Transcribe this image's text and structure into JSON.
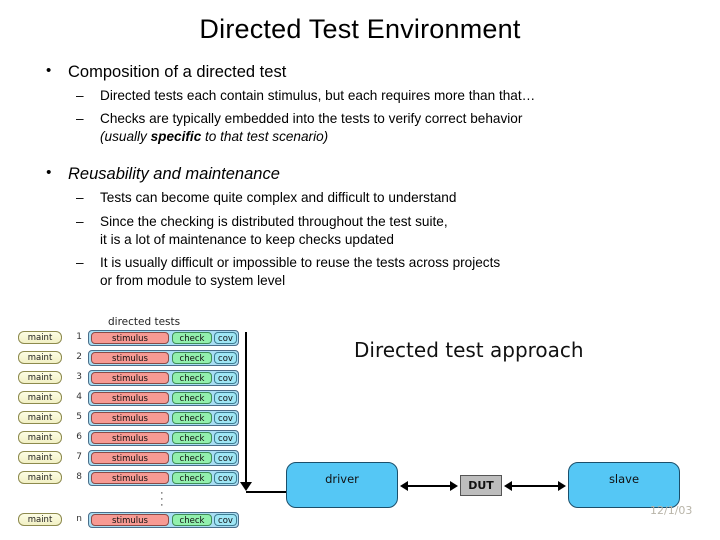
{
  "slide": {
    "title": "Directed Test Environment",
    "bullets": [
      {
        "level1": "Composition of a directed test",
        "italic": false,
        "sub": [
          {
            "text": "Directed tests each contain stimulus, but each requires more than that…",
            "cont": ""
          },
          {
            "text": "Checks are typically embedded into the tests to verify correct behavior",
            "cont_prefix": "(usually ",
            "cont_bold": "specific",
            "cont_suffix": " to that test scenario)"
          }
        ]
      },
      {
        "level1": "Reusability and maintenance",
        "italic": true,
        "sub": [
          {
            "text": "Tests can become quite complex and difficult to understand",
            "cont": ""
          },
          {
            "text": "Since the checking is distributed throughout the test suite,",
            "cont": "it is a lot of maintenance to keep checks updated"
          },
          {
            "text": "It is usually difficult or impossible to reuse the tests across projects",
            "cont": "or from module to system level"
          }
        ]
      }
    ]
  },
  "tests_diagram": {
    "header": "directed tests",
    "maint_label": "maint",
    "segments": {
      "stimulus": "stimulus",
      "check": "check",
      "cov": "cov"
    },
    "rows": [
      {
        "index": "1"
      },
      {
        "index": "2"
      },
      {
        "index": "3"
      },
      {
        "index": "4"
      },
      {
        "index": "5"
      },
      {
        "index": "6"
      },
      {
        "index": "7"
      },
      {
        "index": "8"
      },
      {
        "index": "n"
      }
    ],
    "ellipsis": "·"
  },
  "approach_diagram": {
    "title": "Directed test approach",
    "driver": "driver",
    "dut": "DUT",
    "slave": "slave"
  },
  "footer": {
    "stamp": "12/1/03"
  },
  "colors": {
    "stimulus": "#f79a93",
    "check": "#92f0ad",
    "cov": "#9fe6f5",
    "row": "#a9def3",
    "maint": "#f2f0c4",
    "node": "#55c7f5",
    "dut": "#bdbdbd"
  }
}
